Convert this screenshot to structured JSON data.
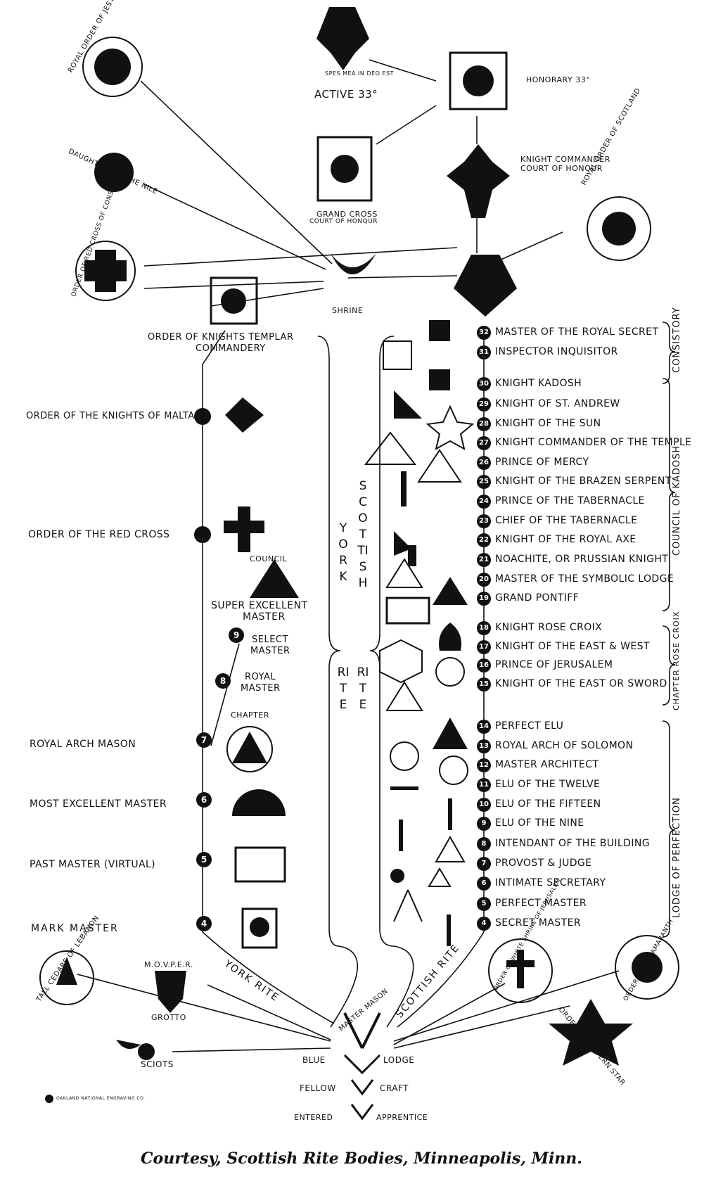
{
  "top": {
    "active33": "ACTIVE  33°",
    "motto": "SPES MEA IN DEO EST",
    "honorary33": "HONORARY  33°",
    "knightCommander": "KNIGHT  COMMANDER",
    "courtOfHonour": "COURT  OF  HONOUR",
    "grandCross": "GRAND  CROSS",
    "grandCrossCourt": "COURT  OF  HONQUR",
    "royalOrderScotland": "ROYAL ORDER OF SCOTLAND",
    "royalOrderJesters": "ROYAL ORDER OF JESTERS",
    "daughtersNile": "DAUGHTERS OF THE NILE",
    "redCrossConstantine": "ORDER OF RED CROSS OF CONSTANTINE",
    "shrine": "SHRINE"
  },
  "york": {
    "templarTitle": "ORDER  OF  KNIGHTS  TEMPLAR",
    "commandery": "COMMANDERY",
    "malta": "ORDER OF THE KNIGHTS OF MALTA",
    "redCross": "ORDER OF THE RED CROSS",
    "council": "COUNCIL",
    "superExcellent": "SUPER  EXCELLENT",
    "master": "MASTER",
    "select": "SELECT",
    "selectMaster": "MASTER",
    "royal": "ROYAL",
    "royalMaster": "MASTER",
    "chapter": "CHAPTER",
    "royalArch": "ROYAL  ARCH  MASON",
    "mostExcellent": "MOST EXCELLENT MASTER",
    "pastMaster": "PAST MASTER (VIRTUAL)",
    "markMaster": "MARK  MASTER",
    "yorkRite": "YORK RITE",
    "scottishRite": "SCOTTISH RITE",
    "riteA": "RITE",
    "riteB": "RITE",
    "yorkVert": "YORK",
    "scottishVert": "SCOTTISH"
  },
  "scottish": {
    "degrees": [
      {
        "num": "32",
        "name": "MASTER OF THE ROYAL SECRET"
      },
      {
        "num": "31",
        "name": "INSPECTOR  INQUISITOR"
      },
      {
        "num": "30",
        "name": "KNIGHT  KADOSH"
      },
      {
        "num": "29",
        "name": "KNIGHT  OF  ST. ANDREW"
      },
      {
        "num": "28",
        "name": "KNIGHT  OF  THE  SUN"
      },
      {
        "num": "27",
        "name": "KNIGHT  COMMANDER OF THE TEMPLE"
      },
      {
        "num": "26",
        "name": "PRINCE  OF  MERCY"
      },
      {
        "num": "25",
        "name": "KNIGHT OF THE BRAZEN SERPENT"
      },
      {
        "num": "24",
        "name": "PRINCE  OF  THE  TABERNACLE"
      },
      {
        "num": "23",
        "name": "CHIEF  OF  THE TABERNACLE"
      },
      {
        "num": "22",
        "name": "KNIGHT  OF  THE  ROYAL  AXE"
      },
      {
        "num": "21",
        "name": "NOACHITE, OR PRUSSIAN KNIGHT"
      },
      {
        "num": "20",
        "name": "MASTER OF THE SYMBOLIC LODGE"
      },
      {
        "num": "19",
        "name": "GRAND  PONTIFF"
      },
      {
        "num": "18",
        "name": "KNIGHT  ROSE  CROIX"
      },
      {
        "num": "17",
        "name": "KNIGHT  OF THE EAST & WEST"
      },
      {
        "num": "16",
        "name": "PRINCE  OF  JERUSALEM"
      },
      {
        "num": "15",
        "name": "KNIGHT OF THE EAST OR SWORD"
      },
      {
        "num": "14",
        "name": "PERFECT   ELU"
      },
      {
        "num": "13",
        "name": "ROYAL ARCH OF SOLOMON"
      },
      {
        "num": "12",
        "name": "MASTER  ARCHITECT"
      },
      {
        "num": "11",
        "name": "ELU  OF THE  TWELVE"
      },
      {
        "num": "10",
        "name": "ELU  OF THE  FIFTEEN"
      },
      {
        "num": "9",
        "name": "ELU  OF THE  NINE"
      },
      {
        "num": "8",
        "name": "INTENDANT OF THE BUILDING"
      },
      {
        "num": "7",
        "name": "PROVOST  &  JUDGE"
      },
      {
        "num": "6",
        "name": "INTIMATE  SECRETARY"
      },
      {
        "num": "5",
        "name": "PERFECT   MASTER"
      },
      {
        "num": "4",
        "name": "SECRET   MASTER"
      }
    ],
    "consistory": "CONSISTORY",
    "councilKadosh": "COUNCIL  OF  KADOSH",
    "chapterRoseCroix": "CHAPTER ROSE CROIX",
    "lodgePerfection": "LODGE  OF  PERFECTION"
  },
  "york_degrees": [
    "9",
    "8",
    "7",
    "6",
    "5",
    "4"
  ],
  "bottom": {
    "tallCedars": "TALL CEDARS OF LEBANON",
    "mover": "M.O.V.P.E.R.",
    "grotto": "GROTTO",
    "sciots": "SCIOTS",
    "whiteShrine": "ORDER OF WHITE SHRINE OF JERUSALEM",
    "easternStar": "ORDER OF EASTERN STAR",
    "amaranth": "ORDER OF THE AMARANTH",
    "masterMason": "MASTER  MASON",
    "blue": "BLUE",
    "lodge": "LODGE",
    "fellow": "FELLOW",
    "craft": "CRAFT",
    "entered": "ENTERED",
    "apprentice": "APPRENTICE",
    "engraving": "OAKLAND NATIONAL ENGRAVING CO."
  },
  "caption": "Courtesy,  Scottish  Rite  Bodies,  Minneapolis,  Minn."
}
